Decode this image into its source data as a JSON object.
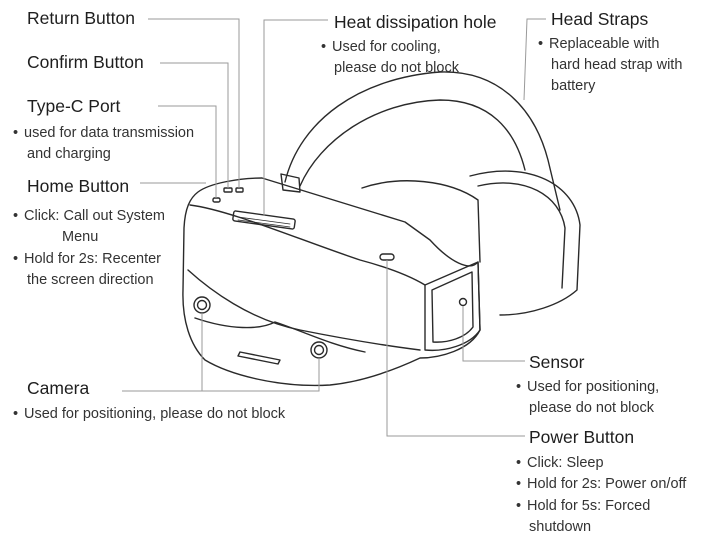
{
  "labels": {
    "return_button": {
      "title": "Return Button"
    },
    "confirm_button": {
      "title": "Confirm Button"
    },
    "type_c_port": {
      "title": "Type-C Port",
      "desc": [
        "used for data transmission",
        "and charging"
      ]
    },
    "home_button": {
      "title": "Home Button",
      "desc": [
        "Click: Call out System",
        "Menu",
        "Hold for 2s: Recenter",
        "the screen direction"
      ]
    },
    "camera": {
      "title": "Camera",
      "desc": [
        "Used for positioning, please do not block"
      ]
    },
    "heat_hole": {
      "title": "Heat dissipation hole",
      "desc": [
        "Used for cooling,",
        "please do not block"
      ]
    },
    "head_straps": {
      "title": "Head Straps",
      "desc": [
        "Replaceable with",
        "hard head strap with",
        "battery"
      ]
    },
    "sensor": {
      "title": "Sensor",
      "desc": [
        "Used for positioning,",
        "please do not block"
      ]
    },
    "power_button": {
      "title": "Power Button",
      "desc": [
        "Click: Sleep",
        "Hold for 2s: Power on/off",
        "Hold for 5s: Forced",
        "shutdown"
      ]
    }
  },
  "colors": {
    "line": "#9a9a9a",
    "outline": "#2a2a2a"
  }
}
